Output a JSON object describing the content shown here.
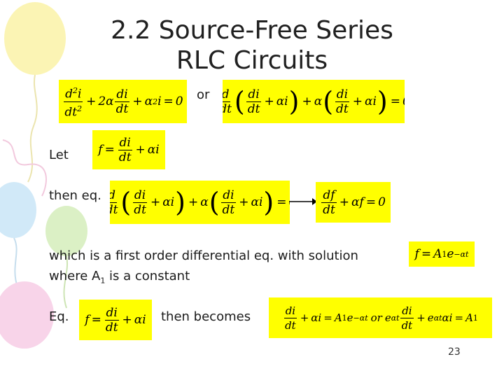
{
  "slide": {
    "title_line1": "2.2 Source-Free Series",
    "title_line2": "RLC Circuits",
    "or_label": "or",
    "let_label": "Let",
    "then_eq_label": "then eq.",
    "first_order_text": "which is a first order differential eq. with solution",
    "where_text": "where A",
    "where_sub": "1",
    "where_tail": " is a constant",
    "eq_label": "Eq.",
    "then_becomes_label": "then becomes",
    "page_number": "23"
  },
  "colors": {
    "highlight": "#ffff00",
    "balloon_yellow": "#fbf3a8",
    "balloon_pink": "#f7cde6",
    "balloon_blue": "#c9e6f7",
    "balloon_green": "#d5eebb"
  }
}
